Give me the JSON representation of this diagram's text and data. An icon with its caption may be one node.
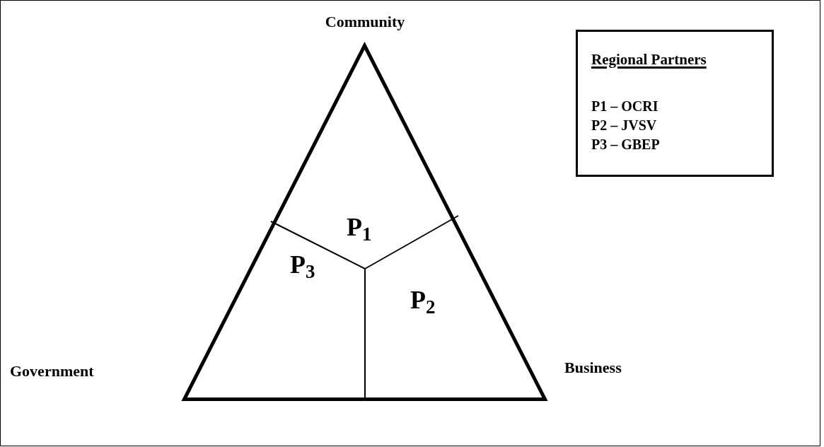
{
  "diagram": {
    "nodes": [
      {
        "text": [],
        "shape": "triangle"
      },
      {
        "text": [
          "P$_{1}$"
        ],
        "in": 0
      },
      {
        "text": [
          "P$_{2}$"
        ],
        "in": 0
      },
      {
        "text": [
          "P$_{3}$"
        ],
        "in": 0
      },
      {
        "text": [
          "Regional Partners",
          "P1 – OCRI",
          "P2 – JVSV",
          "P3 – GBEP"
        ]
      }
    ],
    "labels": [
      "Community",
      "Government",
      "Business"
    ]
  }
}
